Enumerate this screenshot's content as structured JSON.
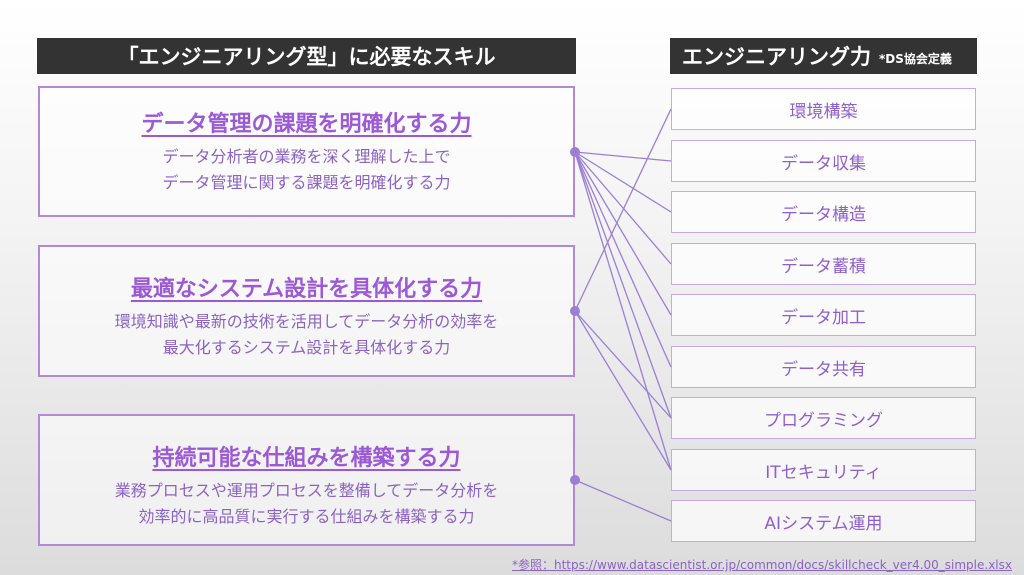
{
  "left_header": "「エンジニアリング型」に必要なスキル",
  "right_header": {
    "title": "エンジニアリング力",
    "subtitle": "*DS協会定義"
  },
  "skills": [
    {
      "title": "データ管理の課題を明確化する力",
      "desc1": "データ分析者の業務を深く理解した上で",
      "desc2": "データ管理に関する課題を明確化する力"
    },
    {
      "title": "最適なシステム設計を具体化する力",
      "desc1": "環境知識や最新の技術を活用してデータ分析の効率を",
      "desc2": "最大化するシステム設計を具体化する力"
    },
    {
      "title": "持続可能な仕組みを構築する力",
      "desc1": "業務プロセスや運用プロセスを整備してデータ分析を",
      "desc2": "効率的に高品質に実行する仕組みを構築する力"
    }
  ],
  "engineering_items": [
    "環境構築",
    "データ収集",
    "データ構造",
    "データ蓄積",
    "データ加工",
    "データ共有",
    "プログラミング",
    "ITセキュリティ",
    "AIシステム運用"
  ],
  "connections": [
    {
      "skill": 0,
      "items": [
        1,
        2,
        3,
        4,
        5,
        6,
        7
      ]
    },
    {
      "skill": 1,
      "items": [
        0,
        6,
        7
      ]
    },
    {
      "skill": 2,
      "items": [
        8
      ]
    }
  ],
  "footnote": "*参照：https://www.datascientist.or.jp/common/docs/skillcheck_ver4.00_simple.xlsx",
  "colors": {
    "header_bg": "#333333",
    "accent": "#9b59d6",
    "line": "#9b7fd4",
    "border": "#c8a8ea"
  }
}
